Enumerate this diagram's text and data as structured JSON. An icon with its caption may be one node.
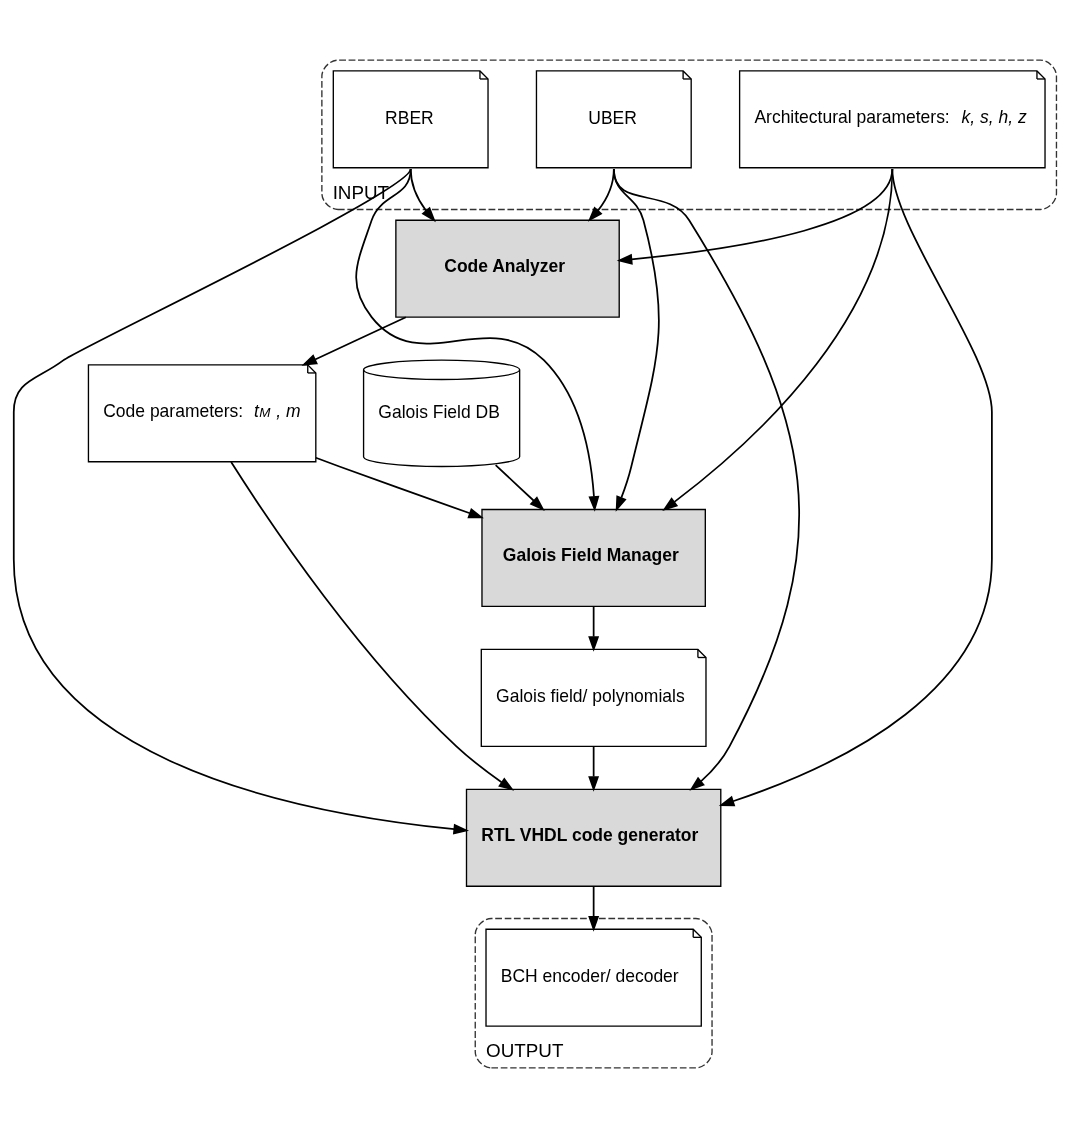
{
  "diagram": {
    "nodes": [
      {
        "text": [
          "INPUT"
        ]
      },
      {
        "text": [
          "RBER"
        ],
        "in": 0
      },
      {
        "text": [
          "UBER"
        ],
        "in": 0
      },
      {
        "text": [
          "Architectural parameters: *k, s, h, z*"
        ],
        "in": 0
      },
      {
        "text": [
          "Code Analyzer"
        ]
      },
      {
        "text": [
          "Code parameters: *t$_{M}$ , m*"
        ]
      },
      {
        "text": [
          "Galois Field Manager"
        ]
      },
      {
        "text": [
          "Galois Field DB"
        ]
      },
      {
        "text": [
          "Galois field/ polynomials"
        ]
      },
      {
        "text": [
          "RTL VHDL code generator"
        ]
      },
      {
        "text": [
          "OUTPUT"
        ]
      },
      {
        "text": [
          "BCH encoder/ decoder"
        ],
        "in": 10
      }
    ],
    "edges": [
      {
        "from": 1,
        "to": 4,
        "arrow": "to"
      },
      {
        "from": 2,
        "to": 4,
        "arrow": "to"
      },
      {
        "from": 3,
        "to": 4,
        "arrow": "to"
      },
      {
        "from": 1,
        "to": 6,
        "arrow": "to"
      },
      {
        "from": 2,
        "to": 6,
        "arrow": "to"
      },
      {
        "from": 3,
        "to": 6,
        "arrow": "to"
      },
      {
        "from": 1,
        "to": 9,
        "arrow": "to"
      },
      {
        "from": 2,
        "to": 9,
        "arrow": "to"
      },
      {
        "from": 3,
        "to": 9,
        "arrow": "to"
      },
      {
        "from": 4,
        "to": 5,
        "arrow": "to"
      },
      {
        "from": 5,
        "to": 6,
        "arrow": "to"
      },
      {
        "from": 5,
        "to": 9,
        "arrow": "to"
      },
      {
        "from": 7,
        "to": 6,
        "arrow": "to"
      },
      {
        "from": 6,
        "to": 8,
        "arrow": "to"
      },
      {
        "from": 8,
        "to": 9,
        "arrow": "to"
      },
      {
        "from": 9,
        "to": 11,
        "arrow": "to"
      }
    ]
  }
}
